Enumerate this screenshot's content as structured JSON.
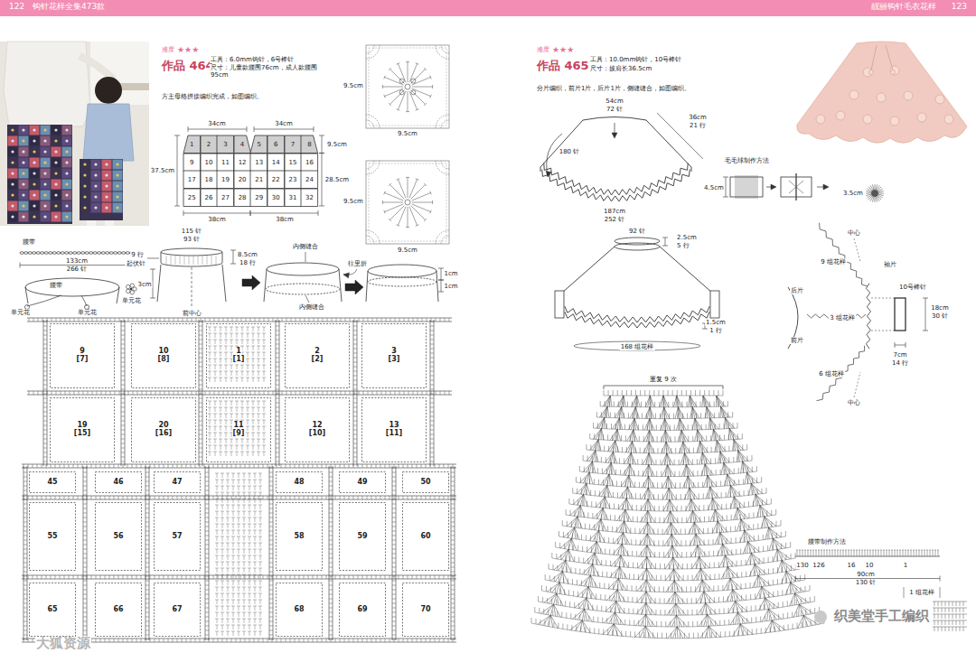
{
  "diagram": {
    "nodes": [
      {
        "text": [
          "122",
          "钩针花样全集473款",
          "靓丽钩针毛衣花样",
          "123"
        ]
      },
      {
        "text": [
          "1"
        ]
      },
      {
        "text": [
          "2"
        ]
      },
      {
        "text": [
          "3"
        ]
      },
      {
        "text": [
          "4"
        ]
      },
      {
        "text": [
          "5"
        ]
      },
      {
        "text": [
          "6"
        ]
      },
      {
        "text": [
          "7"
        ]
      },
      {
        "text": [
          "8"
        ]
      },
      {
        "text": [
          "9"
        ]
      },
      {
        "text": [
          "10"
        ]
      },
      {
        "text": [
          "11"
        ]
      },
      {
        "text": [
          "12"
        ]
      },
      {
        "text": [
          "13"
        ]
      },
      {
        "text": [
          "14"
        ]
      },
      {
        "text": [
          "15"
        ]
      },
      {
        "text": [
          "16"
        ]
      },
      {
        "text": [
          "17"
        ]
      },
      {
        "text": [
          "18"
        ]
      },
      {
        "text": [
          "19"
        ]
      },
      {
        "text": [
          "20"
        ]
      },
      {
        "text": [
          "21"
        ]
      },
      {
        "text": [
          "22"
        ]
      },
      {
        "text": [
          "23"
        ]
      },
      {
        "text": [
          "24"
        ]
      },
      {
        "text": [
          "25"
        ]
      },
      {
        "text": [
          "26"
        ]
      },
      {
        "text": [
          "27"
        ]
      },
      {
        "text": [
          "28"
        ]
      },
      {
        "text": [
          "29"
        ]
      },
      {
        "text": [
          "30"
        ]
      },
      {
        "text": [
          "31"
        ]
      },
      {
        "text": [
          "32"
        ]
      },
      {
        "text": [
          "9",
          "[7]"
        ]
      },
      {
        "text": [
          "10",
          "[8]"
        ]
      },
      {
        "text": [
          "1",
          "[1]"
        ]
      },
      {
        "text": [
          "2",
          "[2]"
        ]
      },
      {
        "text": [
          "3",
          "[3]"
        ]
      },
      {
        "text": [
          "19",
          "[15]"
        ]
      },
      {
        "text": [
          "20",
          "[16]"
        ]
      },
      {
        "text": [
          "11",
          "[9]"
        ]
      },
      {
        "text": [
          "12",
          "[10]"
        ]
      },
      {
        "text": [
          "13",
          "[11]"
        ]
      },
      {
        "text": [
          "45"
        ]
      },
      {
        "text": [
          "46"
        ]
      },
      {
        "text": [
          "47"
        ]
      },
      {
        "text": [
          "48"
        ]
      },
      {
        "text": [
          "49"
        ]
      },
      {
        "text": [
          "50"
        ]
      },
      {
        "text": [
          "55"
        ]
      },
      {
        "text": [
          "56"
        ]
      },
      {
        "text": [
          "57"
        ]
      },
      {
        "text": [
          "58"
        ]
      },
      {
        "text": [
          "59"
        ]
      },
      {
        "text": [
          "60"
        ]
      },
      {
        "text": [
          "65"
        ]
      },
      {
        "text": [
          "66"
        ]
      },
      {
        "text": [
          "67"
        ]
      },
      {
        "text": [
          "68"
        ]
      },
      {
        "text": [
          "69"
        ]
      },
      {
        "text": [
          "70"
        ]
      }
    ],
    "labels": [
      "难度",
      "★★★",
      "作品 464",
      "工具：6.0mm钩针，6号棒针",
      "尺寸：儿童款腰围76cm，成人款腰围95cm",
      "方主母格拼接编织完成，如图编织。",
      "34cm",
      "34cm",
      "37.5cm",
      "9.5cm",
      "28.5cm",
      "38cm",
      "38cm",
      "9.5cm",
      "9.5cm",
      "9.5cm",
      "9.5cm",
      "腰带",
      "133cm",
      "266 针",
      "腰带",
      "单元花",
      "单元花",
      "单元花",
      "115 针",
      "93 针",
      "9 行",
      "起伏针",
      "8.5cm",
      "18 行",
      "3cm",
      "前中心",
      "内侧缝合",
      "内侧缝合",
      "往里折",
      "1cm",
      "1cm",
      "难度",
      "★★★",
      "作品 465",
      "工具：10.0mm钩针，10号棒针",
      "尺寸：披肩长36.5cm",
      "分片编织，前片1片，后片1片，侧缝缝合，如图编织。",
      "54cm",
      "72 针",
      "36cm",
      "21 行",
      "180 针",
      "187cm",
      "252 针",
      "毛毛球制作方法",
      "4.5cm",
      "3.5cm",
      "92 针",
      "2.5cm",
      "5 行",
      "168 组花样",
      "1.5cm",
      "1 行",
      "中心",
      "9 组花样",
      "袖片",
      "后片",
      "3 组花样",
      "前片",
      "6 组花样",
      "中心",
      "10号棒针",
      "18cm",
      "30 针",
      "7cm",
      "14 行",
      "重复 9 次",
      "腰带制作方法",
      "130",
      "126",
      "16",
      "10",
      "1",
      "90cm",
      "130 针",
      "1 组花样",
      "织美堂手工编织",
      "大狐资源"
    ]
  }
}
